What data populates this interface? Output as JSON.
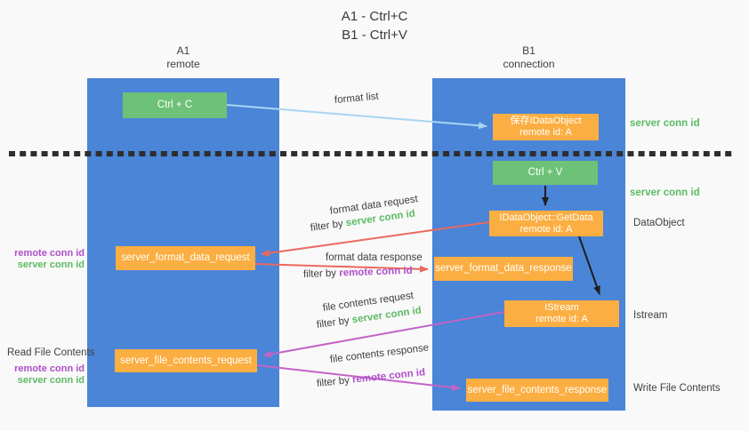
{
  "title": {
    "line1": "A1 - Ctrl+C",
    "line2": "B1 - Ctrl+V"
  },
  "lanes": {
    "left": {
      "name": "A1",
      "subtitle": "remote"
    },
    "right": {
      "name": "B1",
      "subtitle": "connection"
    }
  },
  "boxes": {
    "ctrl_c": {
      "label": "Ctrl + C"
    },
    "ctrl_v": {
      "label": "Ctrl + V"
    },
    "save_dataobject": {
      "line1": "保存IDataObject",
      "line2": "remote id: A"
    },
    "getdata": {
      "line1": "IDataObject::GetData",
      "line2": "remote id: A"
    },
    "istream": {
      "line1": "IStream",
      "line2": "remote id: A"
    },
    "format_request": {
      "label": "server_format_data_request"
    },
    "format_response": {
      "label": "server_format_data_response"
    },
    "file_request": {
      "label": "server_file_contents_request"
    },
    "file_response": {
      "label": "server_file_contents_response"
    }
  },
  "arrow_labels": {
    "format_list": "format list",
    "format_data_request": "format data request",
    "format_data_response": "format data response",
    "file_contents_request": "file contents request",
    "file_contents_response": "file contents response",
    "filter_by": "filter by ",
    "server_conn_id": "server conn id",
    "remote_conn_id": "remote conn id"
  },
  "side_labels": {
    "left_format": {
      "remote": "remote conn id",
      "server": "server conn id"
    },
    "read_file": "Read File Contents",
    "left_file": {
      "remote": "remote conn id",
      "server": "server conn id"
    },
    "right_conn_top": "server conn id",
    "right_conn_mid": "server conn id",
    "dataobject": "DataObject",
    "istream": "Istream",
    "write_file": "Write File Contents"
  },
  "colors": {
    "lane_blue": "#4a85d8",
    "box_green": "#6ec277",
    "box_orange": "#fbae41",
    "arrow_blue": "#a9d5f2",
    "arrow_red": "#e9695e",
    "arrow_magenta": "#c263c6",
    "arrow_black": "#1f1f1f",
    "divider_black": "#2e2e2e",
    "text_green": "#5cba63",
    "text_purple": "#ae4fc8",
    "text_dark": "#3f3f3f"
  }
}
